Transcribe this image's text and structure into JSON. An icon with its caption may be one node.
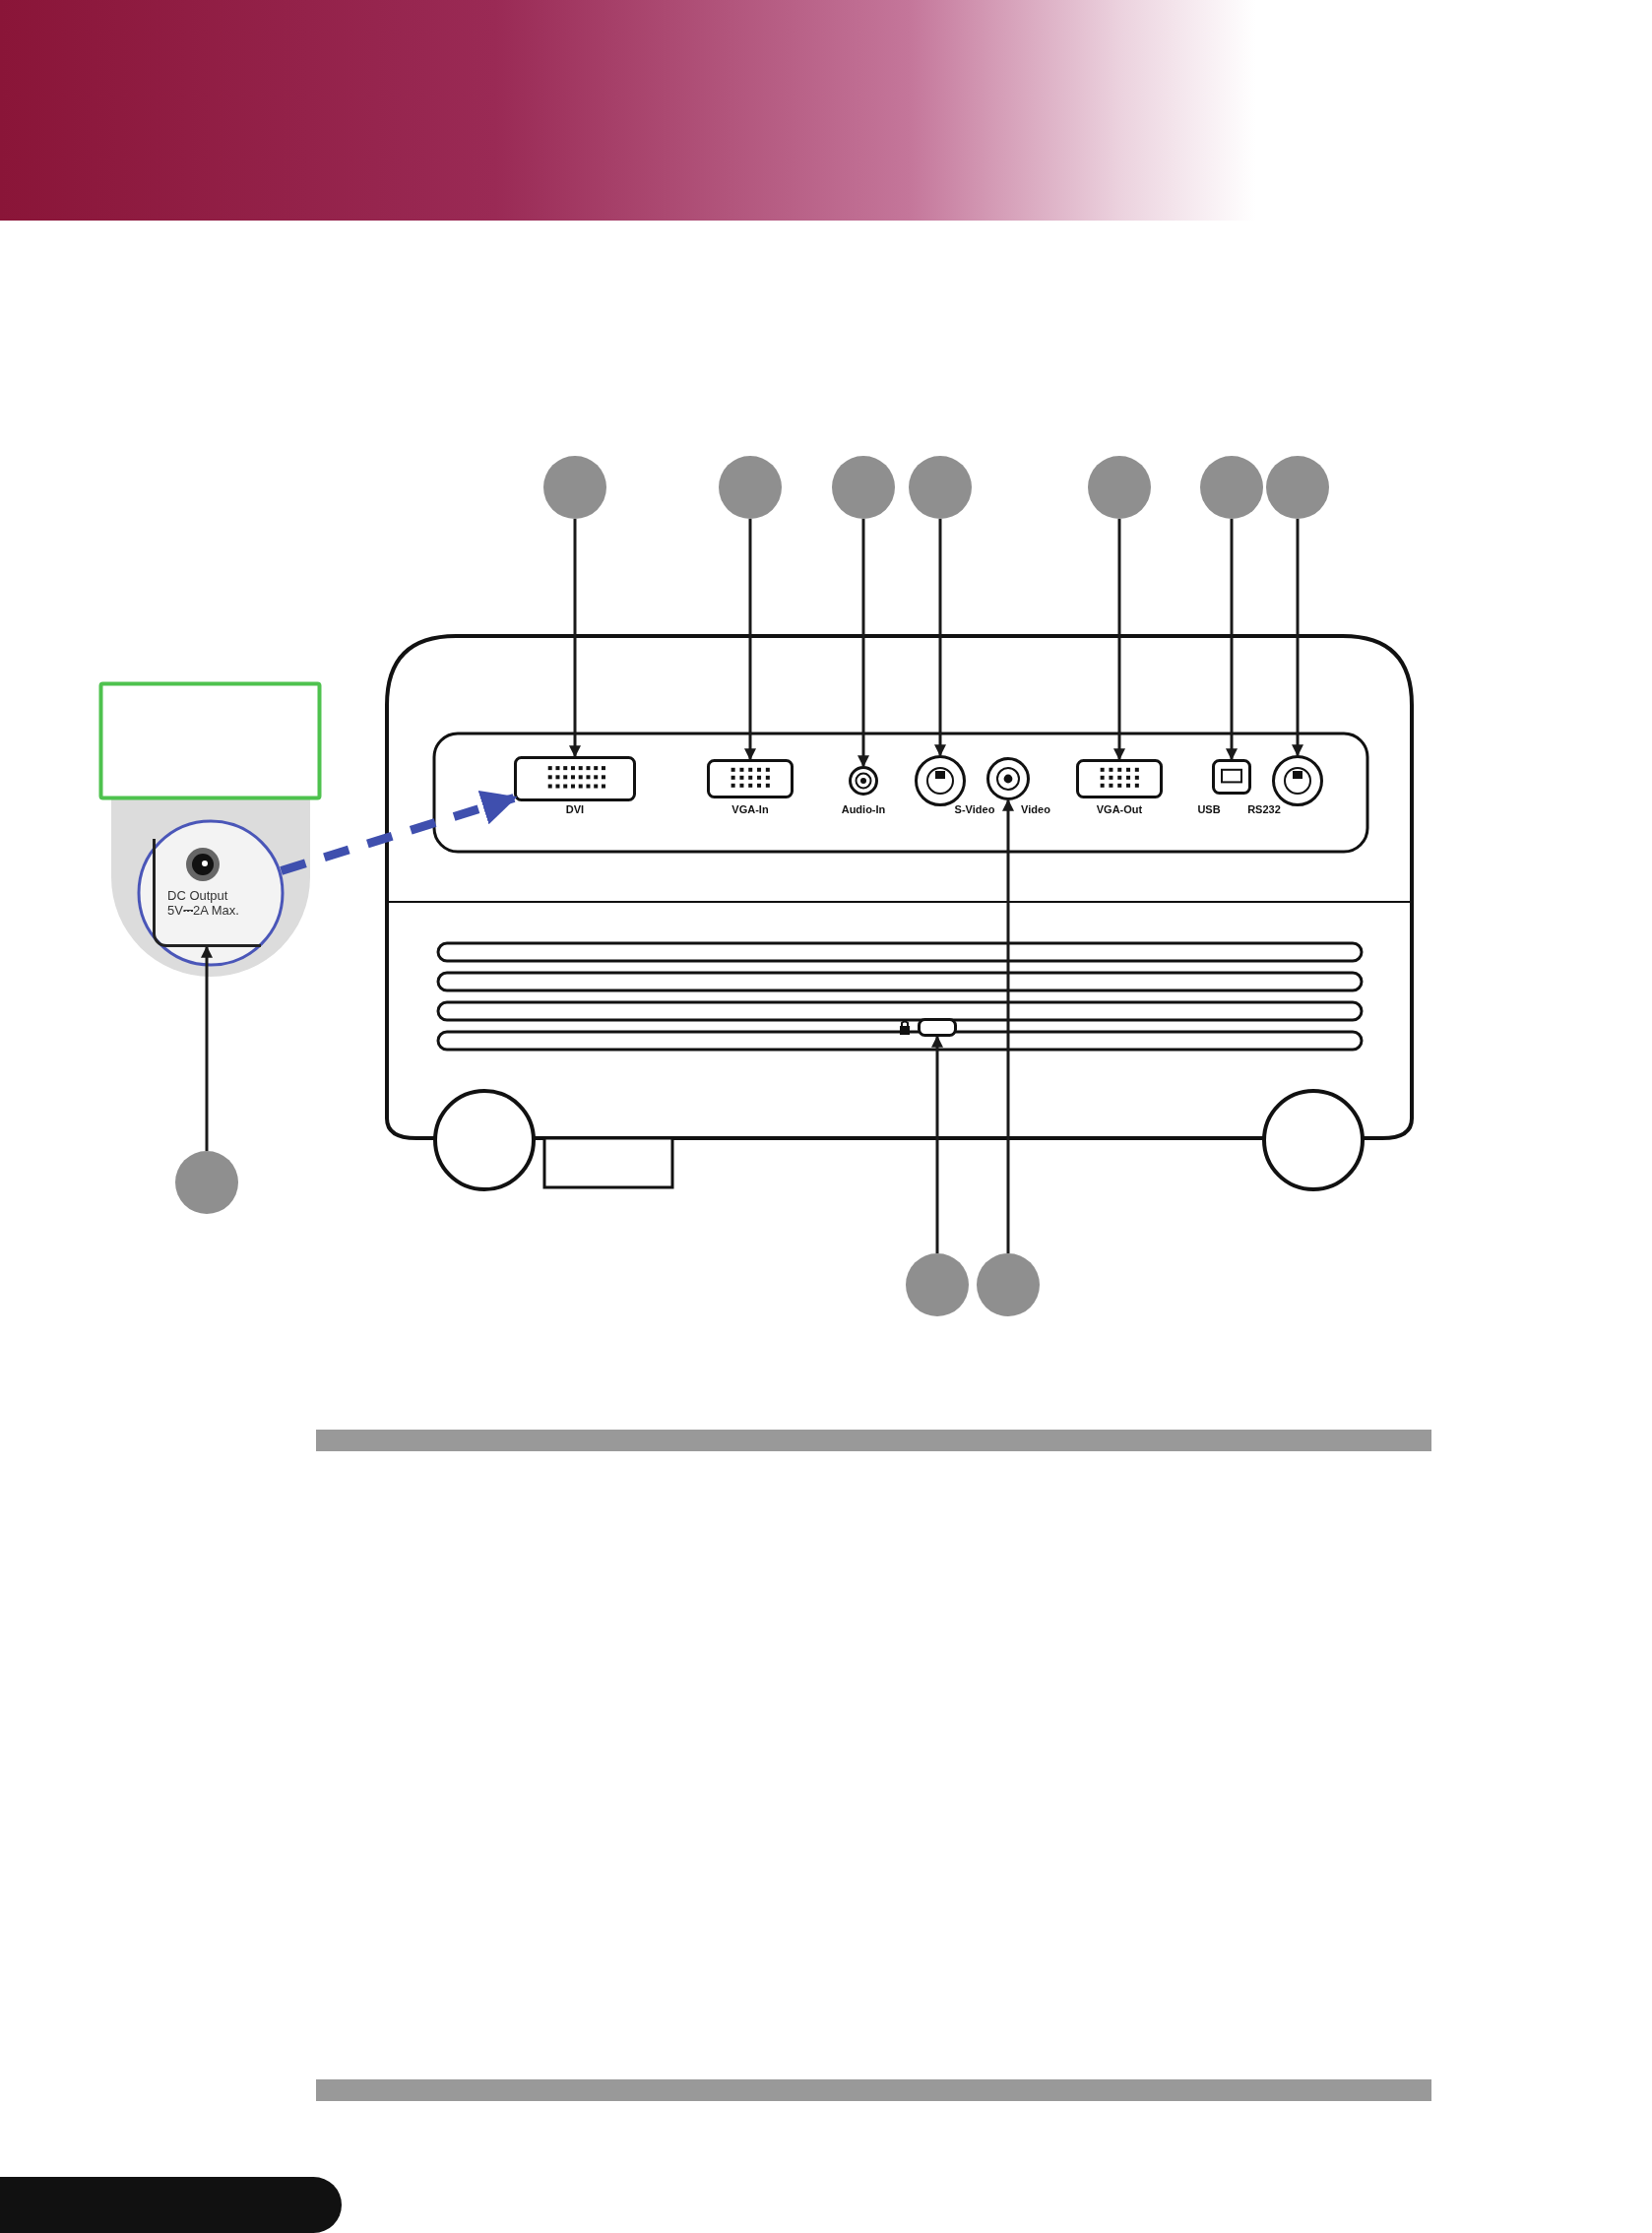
{
  "diagram": {
    "nodes": [
      {
        "text": [],
        "shape": "box"
      },
      {
        "text": [],
        "shape": "circle"
      },
      {
        "text": [
          "DC Output 5V⎓2A Max."
        ],
        "in": 1
      },
      {
        "text": [],
        "shape": "circle"
      },
      {
        "text": [],
        "shape": "circle"
      },
      {
        "text": [],
        "shape": "circle"
      },
      {
        "text": [],
        "shape": "circle"
      },
      {
        "text": [],
        "shape": "circle"
      },
      {
        "text": [],
        "shape": "circle"
      },
      {
        "text": [],
        "shape": "circle"
      },
      {
        "text": [],
        "shape": "circle"
      },
      {
        "text": [],
        "shape": "picture"
      },
      {
        "text": [],
        "shape": "box",
        "in": 11,
        "beside": [
          "DVI"
        ]
      },
      {
        "text": [],
        "shape": "box",
        "in": 11,
        "beside": [
          "VGA-In"
        ]
      },
      {
        "text": [],
        "shape": "circle",
        "in": 11,
        "beside": [
          "Audio-In"
        ]
      },
      {
        "text": [],
        "shape": "circle",
        "in": 11,
        "beside": [
          "S-Video"
        ]
      },
      {
        "text": [],
        "shape": "circle",
        "in": 11,
        "beside": [
          "Video"
        ]
      },
      {
        "text": [],
        "shape": "box",
        "in": 11,
        "beside": [
          "VGA-Out"
        ]
      },
      {
        "text": [],
        "shape": "box",
        "in": 11,
        "beside": [
          "USB"
        ]
      },
      {
        "text": [],
        "shape": "circle",
        "in": 11,
        "beside": [
          "RS232"
        ]
      },
      {
        "text": [],
        "shape": "box",
        "in": 11
      },
      {
        "text": [],
        "shape": "circle"
      },
      {
        "text": [],
        "shape": "circle"
      },
      {
        "text": [],
        "shape": "bar"
      },
      {
        "text": [],
        "shape": "bar"
      }
    ],
    "edges": [
      {
        "from": 1,
        "to": 12,
        "arrow": "to",
        "style": "dashed",
        "color": "#3f4fae"
      },
      {
        "from": 3,
        "to": 2,
        "arrow": "to"
      },
      {
        "from": 4,
        "to": 12,
        "arrow": "to"
      },
      {
        "from": 5,
        "to": 13,
        "arrow": "to"
      },
      {
        "from": 6,
        "to": 14,
        "arrow": "to"
      },
      {
        "from": 7,
        "to": 15,
        "arrow": "to"
      },
      {
        "from": 8,
        "to": 17,
        "arrow": "to"
      },
      {
        "from": 9,
        "to": 18,
        "arrow": "to"
      },
      {
        "from": 10,
        "to": 19,
        "arrow": "to"
      },
      {
        "from": 21,
        "to": 20,
        "arrow": "to"
      },
      {
        "from": 22,
        "to": 16,
        "arrow": "to"
      }
    ]
  }
}
